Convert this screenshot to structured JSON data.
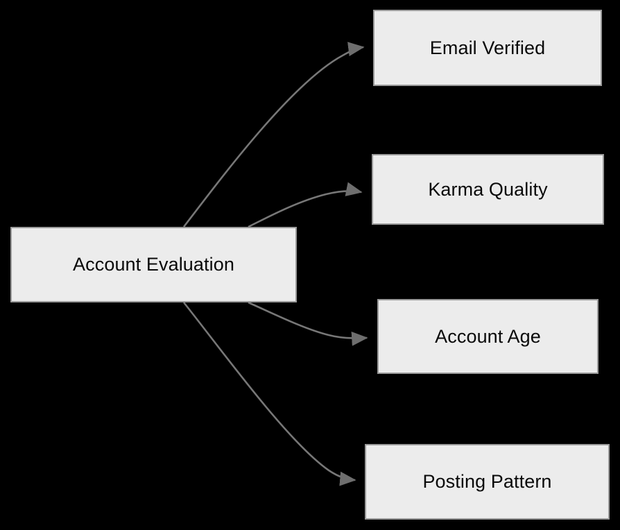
{
  "diagram": {
    "type": "flowchart",
    "title": "Account Evaluation",
    "background_color": "#000000",
    "node_fill_color": "#ECECEC",
    "node_border_color": "#9A9A9A",
    "node_text_color": "#0A0A0A",
    "edge_color": "#777777",
    "nodes": [
      {
        "id": "root",
        "label": "Account Evaluation"
      },
      {
        "id": "email",
        "label": "Email Verified"
      },
      {
        "id": "karma",
        "label": "Karma Quality"
      },
      {
        "id": "age",
        "label": "Account Age"
      },
      {
        "id": "posting",
        "label": "Posting Pattern"
      }
    ],
    "edges": [
      {
        "from": "Account Evaluation",
        "to": "Email Verified",
        "label": ""
      },
      {
        "from": "Account Evaluation",
        "to": "Karma Quality",
        "label": ""
      },
      {
        "from": "Account Evaluation",
        "to": "Account Age",
        "label": ""
      },
      {
        "from": "Account Evaluation",
        "to": "Posting Pattern",
        "label": ""
      }
    ]
  }
}
